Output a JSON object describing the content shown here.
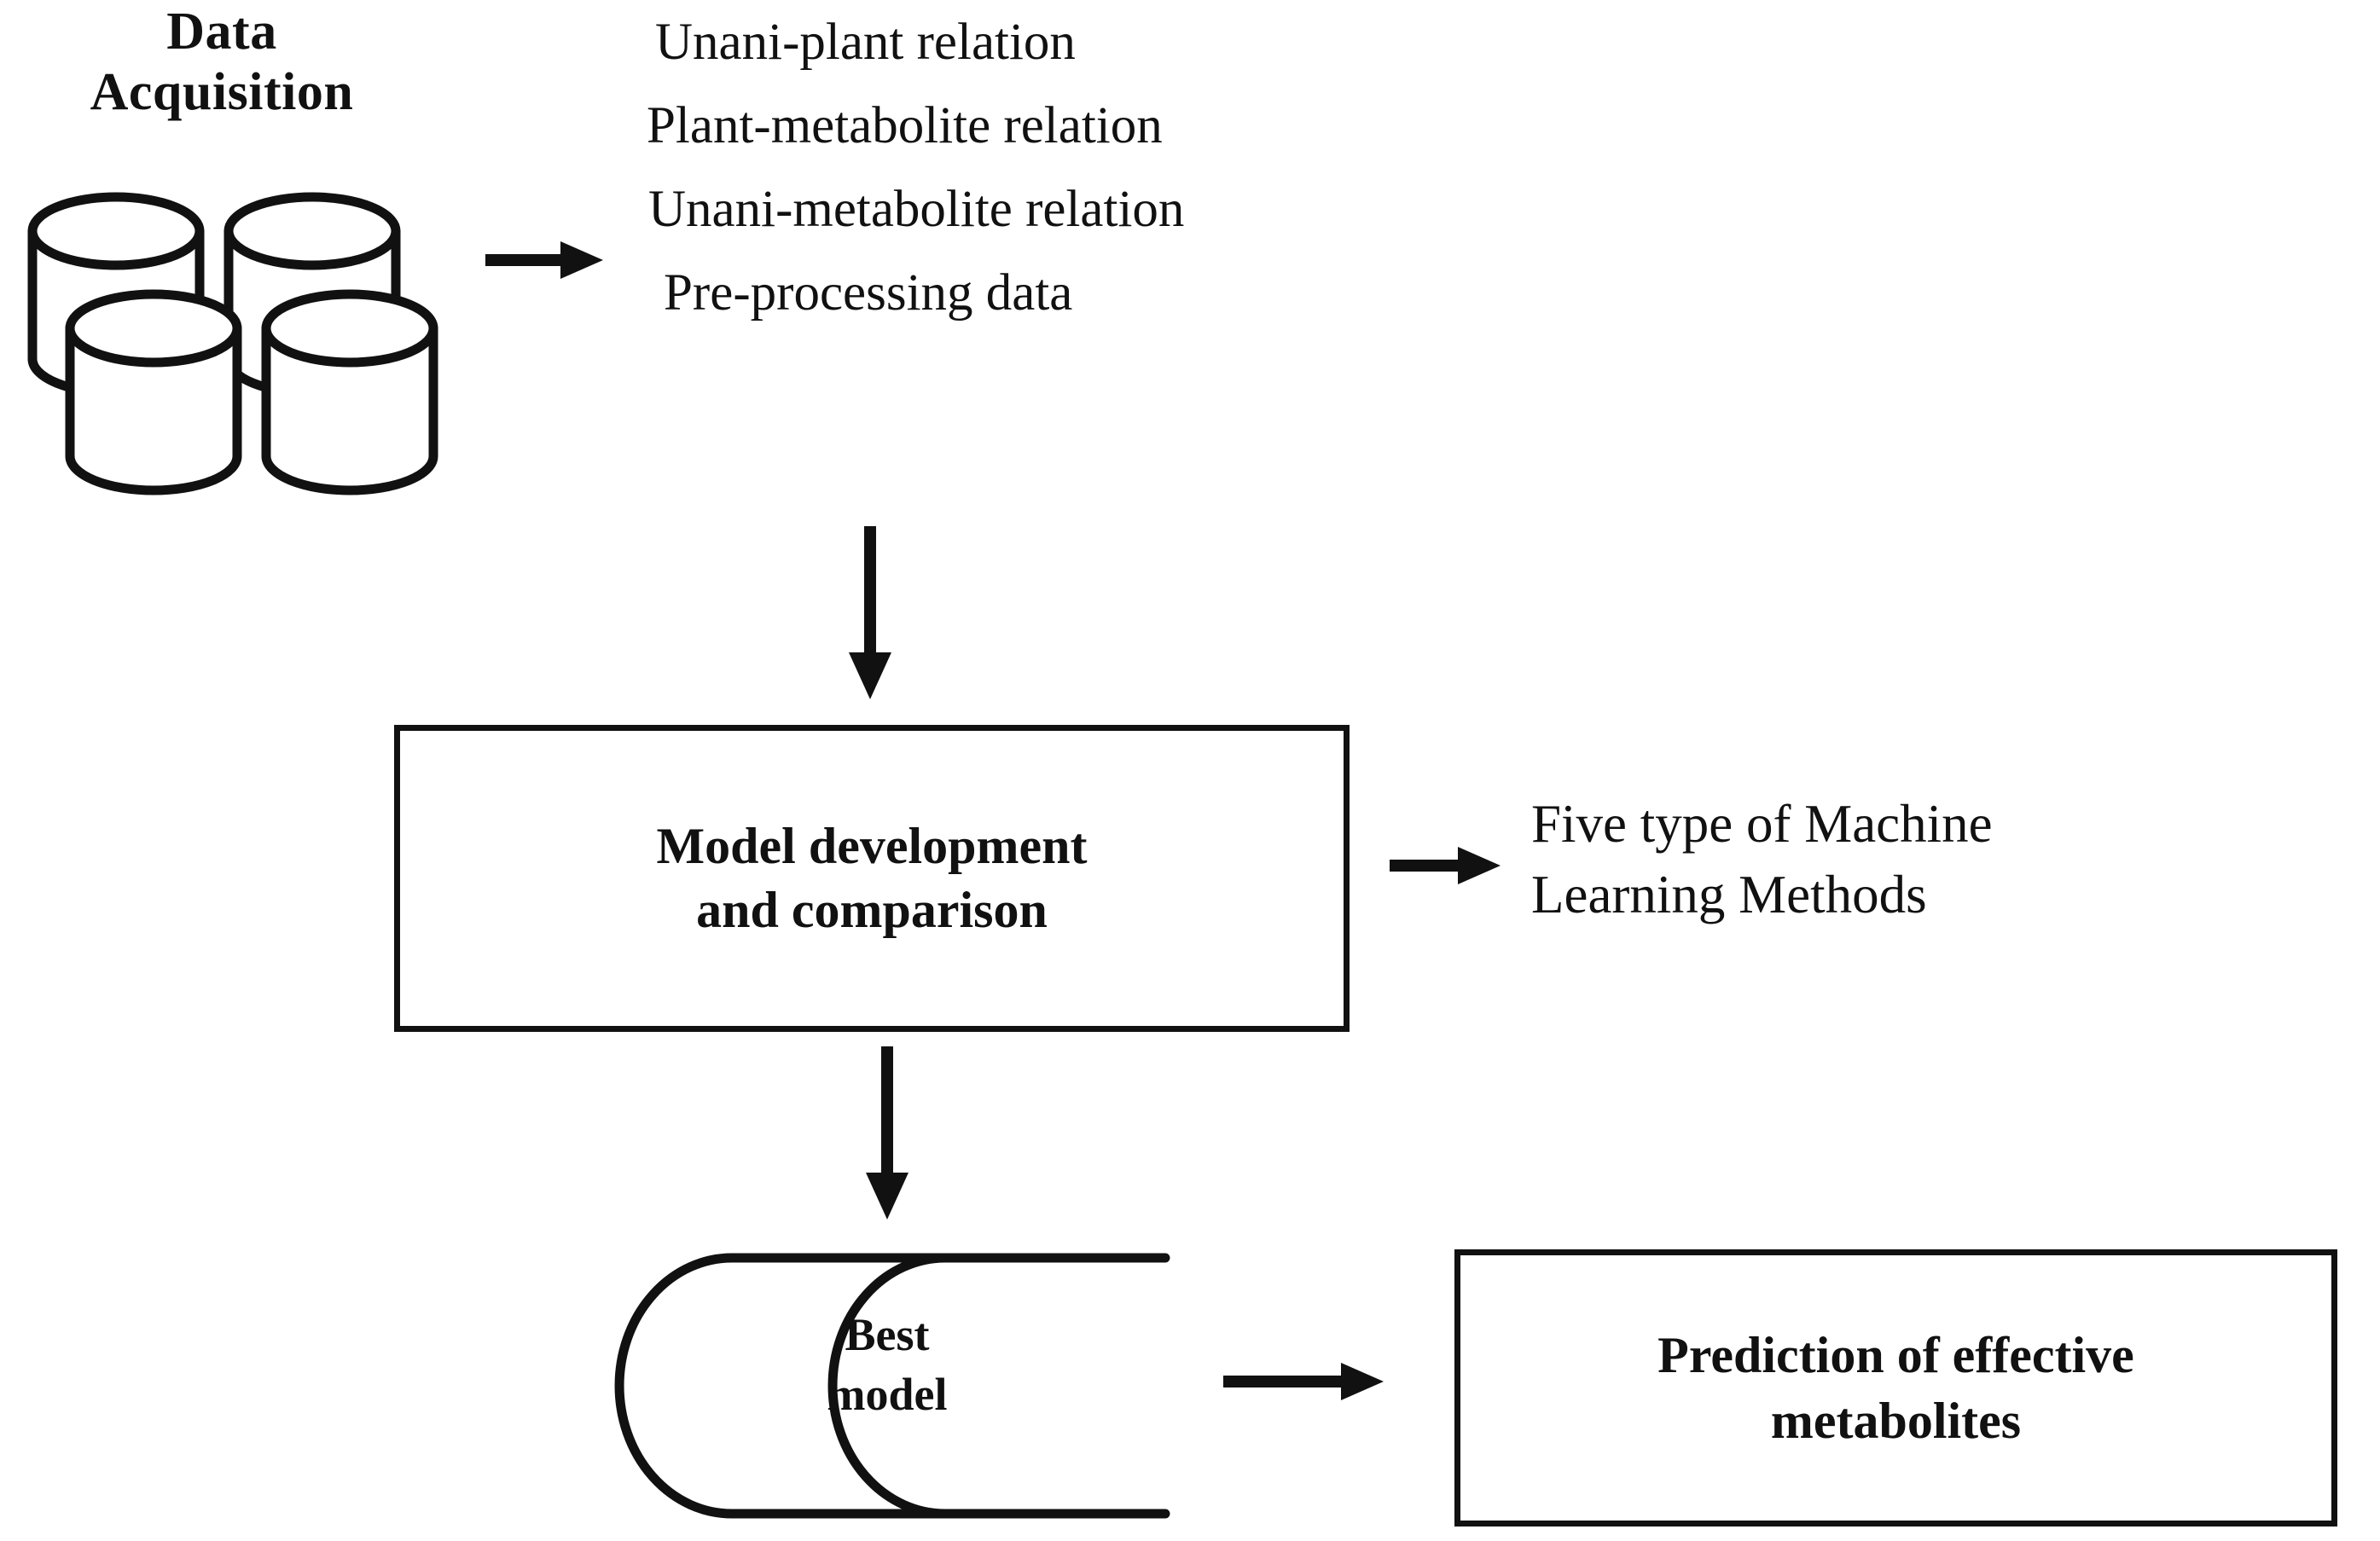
{
  "diagram": {
    "title": "Unani metabolite prediction workflow",
    "background_color": "#ffffff",
    "stroke_color": "#111111"
  },
  "data_acquisition": {
    "title_line1": "Data",
    "title_line2": "Acquisition",
    "icon": "database-cylinders",
    "cylinder_count": 4
  },
  "relations": {
    "items": [
      {
        "label": "Unani-plant relation"
      },
      {
        "label": "Plant-metabolite relation"
      },
      {
        "label": "Unani-metabolite relation"
      },
      {
        "label": "Pre-processing data"
      }
    ]
  },
  "model_stage": {
    "box_line1": "Model development",
    "box_line2": "and comparison"
  },
  "ml_methods": {
    "line1": "Five type of Machine",
    "line2": "Learning Methods"
  },
  "best_model": {
    "line1": "Best",
    "line2": "model"
  },
  "prediction": {
    "line1": "Prediction of effective",
    "line2": "metabolites"
  },
  "arrows": {
    "top_horizontal": "arrow-right",
    "vertical_to_model": "arrow-down",
    "model_to_methods": "arrow-right",
    "vertical_to_best_model": "arrow-down",
    "best_model_to_prediction": "arrow-right"
  }
}
